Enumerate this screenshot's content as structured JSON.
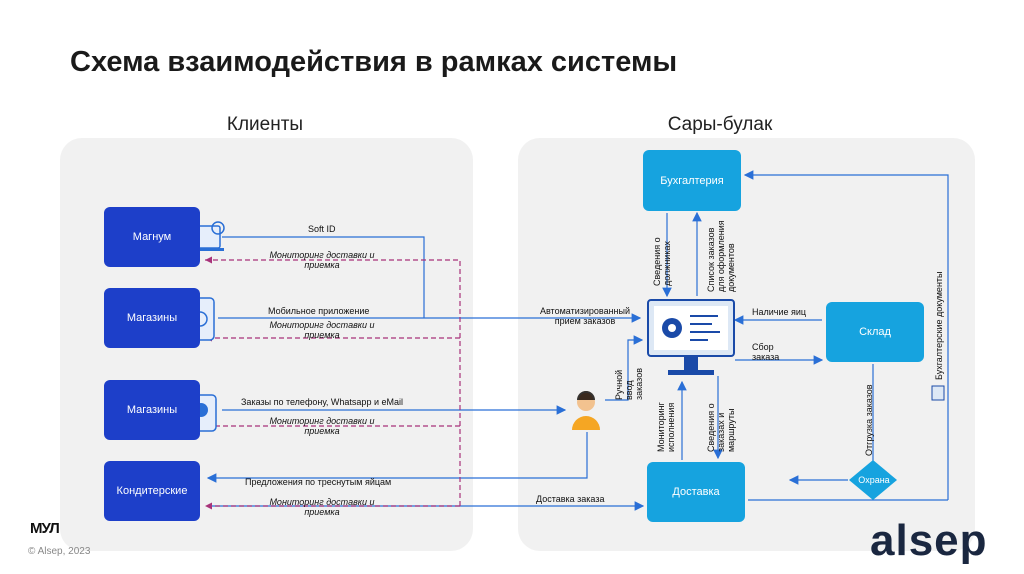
{
  "title": "Схема взаимодействия в рамках системы",
  "panels": {
    "clients": "Клиенты",
    "system": "Сары-булак"
  },
  "clients": {
    "magnum": "Магнум",
    "shops1": "Магазины",
    "shops2": "Магазины",
    "confectioners": "Кондитерские"
  },
  "system": {
    "accounting": "Бухгалтерия",
    "warehouse": "Склад",
    "delivery": "Доставка",
    "security": "Охрана"
  },
  "labels": {
    "soft_id": "Soft ID",
    "monitoring1": "Мониторинг доставки и приемка",
    "mobile_app": "Мобильное приложение",
    "monitoring2": "Мониторинг доставки и приемка",
    "phone_orders": "Заказы по телефону, Whatsapp и eMail",
    "monitoring3": "Мониторинг доставки и приемка",
    "offers": "Предложения по треснутым яйцам",
    "monitoring4": "Мониторинг доставки и приемка",
    "auto_orders": "Автоматизированный прием заказов",
    "delivery_order": "Доставка заказа",
    "manual_input": "Ручной ввод заказов",
    "debtors_info": "Сведения о должниках",
    "order_list": "Список заказов для оформления документов",
    "eggs_available": "Наличие яиц",
    "order_pick": "Сбор заказа",
    "execution_monitoring": "Мониторинг исполнения",
    "orders_routes": "Сведения о заказах и маршруты",
    "shipment": "Отгрузка заказов",
    "accounting_docs": "Бухгалтерские документы"
  },
  "footer": {
    "logo": "МУЛ",
    "copyright": "© Alsep, 2023",
    "brand": "alsep"
  },
  "colors": {
    "client": "#1d3fc9",
    "system": "#16a3df",
    "line": "#2a6fd6",
    "dashed": "#a8327a"
  }
}
